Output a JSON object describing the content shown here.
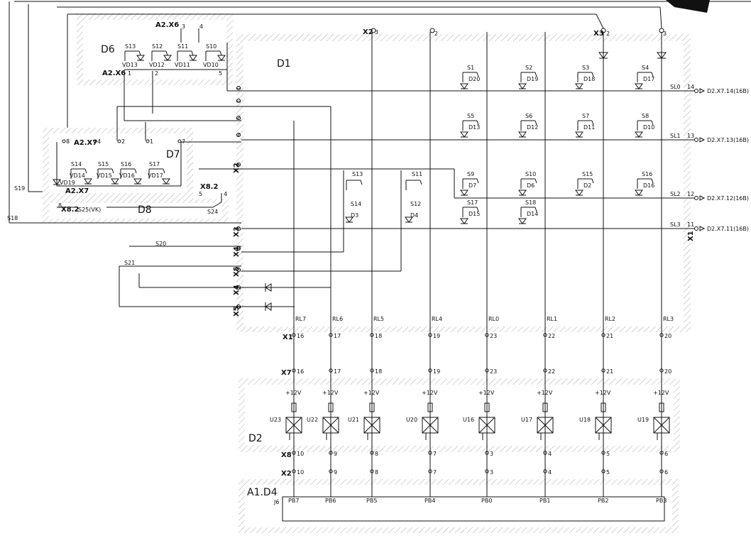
{
  "blocks": {
    "d1": "D1",
    "d2": "D2",
    "d6": "D6",
    "d7": "D7",
    "d8": "D8",
    "a1d4": "A1.D4"
  },
  "connectors": {
    "x2_top": "X2",
    "x3_top": "X3",
    "x1_bot": "X1",
    "x7_bot": "X7",
    "x8_bot": "X8",
    "x2_bot": "X2",
    "a2x6_top": "A2.X6",
    "a2x6_left": "A2.X6",
    "a2x7_a": "A2.X7",
    "a2x7_b": "A2.X7",
    "x82_a": "X8.2",
    "x82_b": "X8.2",
    "x1_side": "X1",
    "j6": "J6"
  },
  "switch_matrix": {
    "row1": [
      {
        "s": "S1",
        "d": "D20"
      },
      {
        "s": "S2",
        "d": "D19"
      },
      {
        "s": "S3",
        "d": "D18"
      },
      {
        "s": "S4",
        "d": "D17"
      }
    ],
    "row2": [
      {
        "s": "S5",
        "d": "D13"
      },
      {
        "s": "S6",
        "d": "D12"
      },
      {
        "s": "S7",
        "d": "D11"
      },
      {
        "s": "S8",
        "d": "D10"
      }
    ],
    "row3": [
      {
        "s": "S9",
        "d": "D7"
      },
      {
        "s": "S10",
        "d": "D6"
      },
      {
        "s": "S15",
        "d": "D2"
      },
      {
        "s": "S16",
        "d": "D16"
      }
    ],
    "row4": [
      {
        "s": "S17",
        "d": "D15"
      },
      {
        "s": "S18",
        "d": "D14"
      }
    ],
    "left_pairs": [
      {
        "s": "S13",
        "s2": "S14",
        "d": "D3"
      },
      {
        "s": "S11",
        "s2": "S12",
        "d": "D4"
      }
    ]
  },
  "scan_lines": [
    {
      "label": "SL0",
      "pin": "14",
      "dest": "D2.X7.14(16B)"
    },
    {
      "label": "SL1",
      "pin": "13",
      "dest": "D2.X7.13(16B)"
    },
    {
      "label": "SL2",
      "pin": "12",
      "dest": "D2.X7.12(16B)"
    },
    {
      "label": "SL3",
      "pin": "11",
      "dest": "D2.X7.11(16B)"
    }
  ],
  "return_lines": [
    "RL7",
    "RL6",
    "RL5",
    "RL4",
    "RL0",
    "RL1",
    "RL2",
    "RL3"
  ],
  "x1_pins": [
    "16",
    "17",
    "18",
    "19",
    "23",
    "22",
    "21",
    "20"
  ],
  "x7_pins": [
    "16",
    "17",
    "18",
    "19",
    "23",
    "22",
    "21",
    "20"
  ],
  "optos": [
    "U23",
    "U22",
    "U21",
    "U20",
    "U16",
    "U17",
    "U18",
    "U19"
  ],
  "supply": "+12V",
  "x8_pins": [
    "10",
    "9",
    "8",
    "7",
    "3",
    "4",
    "5",
    "6"
  ],
  "x2b_pins": [
    "10",
    "9",
    "8",
    "7",
    "3",
    "4",
    "5",
    "6"
  ],
  "ports": [
    "PB7",
    "PB6",
    "PB5",
    "PB4",
    "PB0",
    "PB1",
    "PB2",
    "PB3"
  ],
  "d6": {
    "switches": [
      "S13",
      "S12",
      "S11",
      "S10"
    ],
    "diodes": [
      "VD13",
      "VD12",
      "VD11",
      "VD10"
    ],
    "pins_top": [
      "3",
      "4"
    ],
    "pins_left": [
      "1",
      "2",
      "5"
    ]
  },
  "d7": {
    "switches": [
      "S14",
      "S15",
      "S16",
      "S17"
    ],
    "diodes": [
      "VD14",
      "VD15",
      "VD16",
      "VD17",
      "VD19"
    ],
    "pins": [
      "8",
      "4",
      "2",
      "1",
      "7"
    ]
  },
  "d8": {
    "switches": [
      "S25(VK)",
      "S24"
    ],
    "pins": [
      "8",
      "5",
      "4"
    ]
  },
  "left_switches": [
    "S19",
    "S18",
    "S20",
    "S21"
  ],
  "d1_left_pins": [
    "1",
    "1",
    "5",
    "6",
    "7",
    "3",
    "4",
    "5",
    "2",
    "2"
  ],
  "left_conn_labels": [
    "X2",
    "X3",
    "X4",
    "X5",
    "X4",
    "X5"
  ],
  "top_pins": {
    "x2": "3",
    "mid": "2",
    "x3": "2",
    "right": "3"
  }
}
